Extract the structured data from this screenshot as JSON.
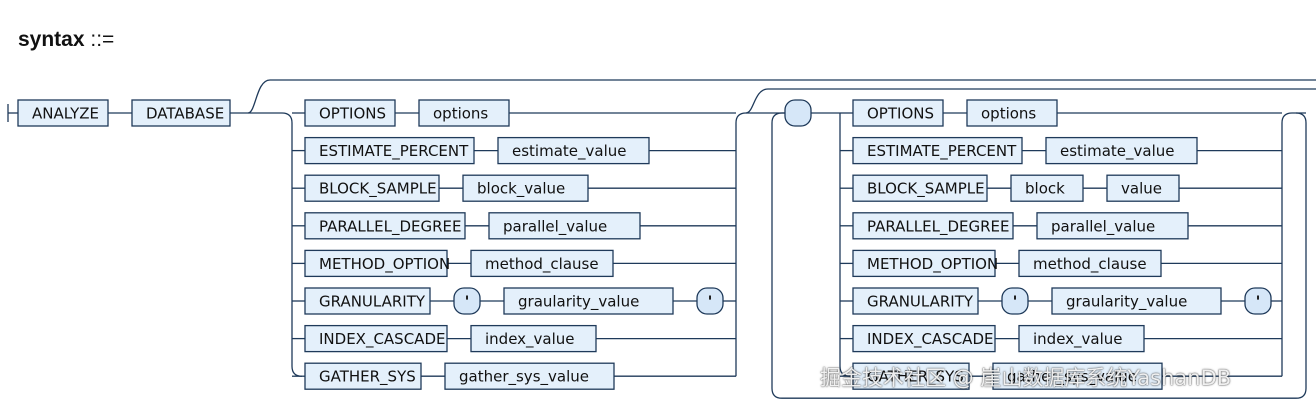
{
  "title": {
    "keyword": "syntax",
    "operator": "::="
  },
  "prefix": [
    "ANALYZE",
    "DATABASE"
  ],
  "left_options": [
    [
      "OPTIONS",
      "options"
    ],
    [
      "ESTIMATE_PERCENT",
      "estimate_value"
    ],
    [
      "BLOCK_SAMPLE",
      "block_value"
    ],
    [
      "PARALLEL_DEGREE",
      "parallel_value"
    ],
    [
      "METHOD_OPTION",
      "method_clause"
    ],
    [
      "GRANULARITY",
      "'",
      "graularity_value",
      "'"
    ],
    [
      "INDEX_CASCADE",
      "index_value"
    ],
    [
      "GATHER_SYS",
      "gather_sys_value"
    ]
  ],
  "right_options": [
    [
      "OPTIONS",
      "options"
    ],
    [
      "ESTIMATE_PERCENT",
      "estimate_value"
    ],
    [
      "BLOCK_SAMPLE",
      "block",
      "value"
    ],
    [
      "PARALLEL_DEGREE",
      "parallel_value"
    ],
    [
      "METHOD_OPTION",
      "method_clause"
    ],
    [
      "GRANULARITY",
      "'",
      "graularity_value",
      "'"
    ],
    [
      "INDEX_CASCADE",
      "index_value"
    ],
    [
      "GATHER_SYS",
      "gather_sys_value"
    ]
  ],
  "watermark": "掘金技术社区 @ 崖山数据库系统YashanDB"
}
